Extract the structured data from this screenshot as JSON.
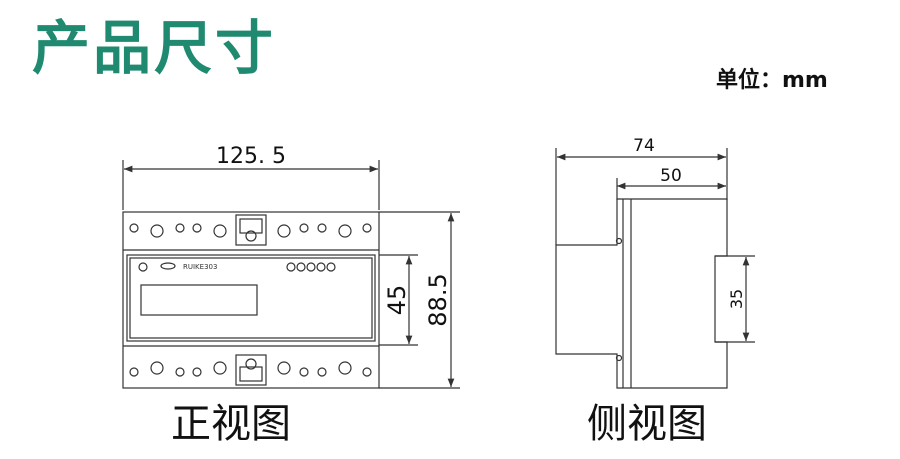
{
  "header": {
    "title": "产品尺寸",
    "unit": "单位：mm"
  },
  "front_view": {
    "caption": "正视图",
    "width_dim": "125. 5",
    "height_dim": "88.5",
    "window_dim": "45",
    "model_text": "RUIKE303"
  },
  "side_view": {
    "caption": "侧视图",
    "total_depth_dim": "74",
    "body_depth_dim": "50",
    "rail_dim": "35"
  },
  "colors": {
    "title": "#1f8a70",
    "lines": "#333333",
    "text": "#111111"
  }
}
